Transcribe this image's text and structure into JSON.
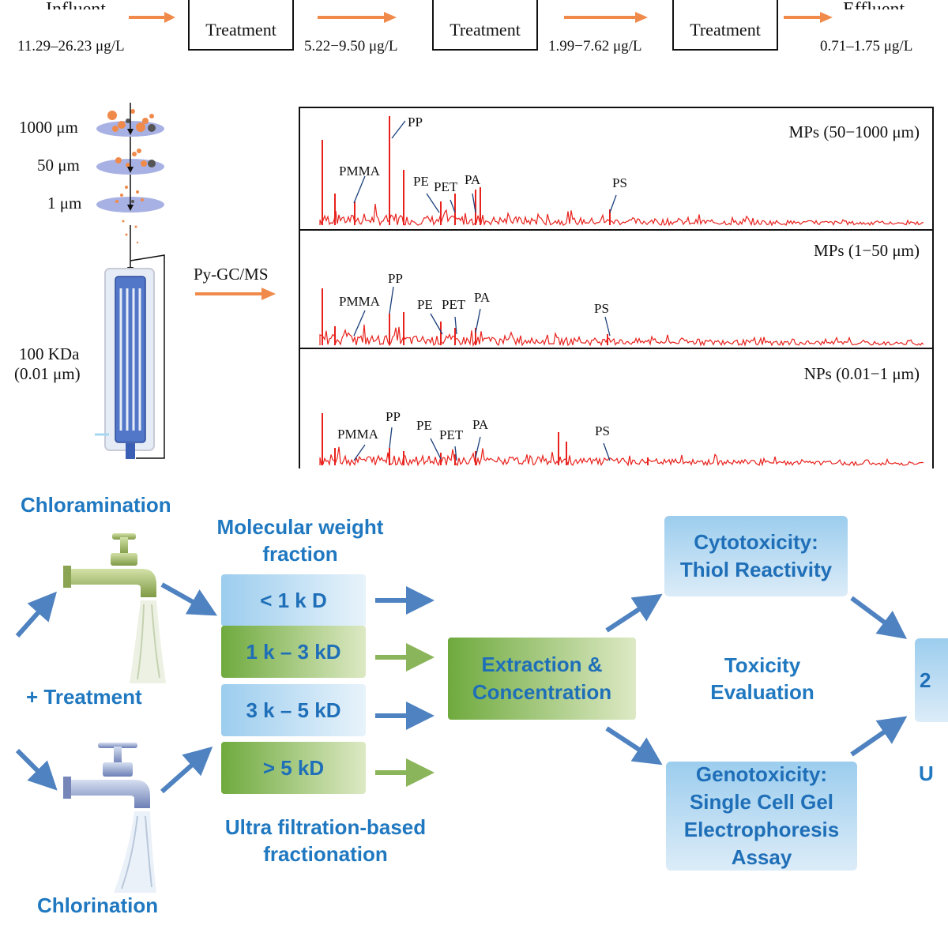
{
  "top_flow": {
    "influent_label": "Influent",
    "effluent_label": "Effluent",
    "treatment_label": "Treatment",
    "concentrations": [
      "11.29–26.23 μg/L",
      "5.22−9.50 μg/L",
      "1.99−7.62 μg/L",
      "0.71–1.75 μg/L"
    ],
    "arrow_color": "#f08a4b"
  },
  "filtration": {
    "sizes": [
      "1000 μm",
      "50 μm",
      "1 μm"
    ],
    "membrane_line1": "100 KDa",
    "membrane_line2": "(0.01 μm)",
    "method": "Py-GC/MS"
  },
  "chromatograms": [
    {
      "label": "MPs (50−1000 μm)",
      "peaks": [
        "PMMA",
        "PP",
        "PE",
        "PET",
        "PA",
        "PS"
      ]
    },
    {
      "label": "MPs (1−50 μm)",
      "peaks": [
        "PMMA",
        "PP",
        "PE",
        "PET",
        "PA",
        "PS"
      ]
    },
    {
      "label": "NPs (0.01−1 μm)",
      "peaks": [
        "PMMA",
        "PP",
        "PE",
        "PET",
        "PA",
        "PS"
      ]
    }
  ],
  "bottom": {
    "chloramination": "Chloramination",
    "chlorination": "Chlorination",
    "plus_treatment": "+ Treatment",
    "mw_title_line1": "Molecular weight",
    "mw_title_line2": "fraction",
    "fractions": [
      "< 1 k D",
      "1 k – 3 kD",
      "3 k – 5 kD",
      "> 5 kD"
    ],
    "uf_line1": "Ultra filtration-based",
    "uf_line2": "fractionation",
    "extraction_line1": "Extraction &",
    "extraction_line2": "Concentration",
    "tox_eval_line1": "Toxicity",
    "tox_eval_line2": "Evaluation",
    "cyto_line1": "Cytotoxicity:",
    "cyto_line2": "Thiol Reactivity",
    "geno_line1": "Genotoxicity:",
    "geno_line2": "Single Cell Gel",
    "geno_line3": "Electrophoresis",
    "geno_line4": "Assay",
    "cut_box_text": "2",
    "cut_letter": "U",
    "colors": {
      "blue_text": "#1f78c0",
      "arrow_blue": "#4f82c0",
      "arrow_green": "#8bb55a",
      "spectrum_red": "#e8211c"
    }
  }
}
